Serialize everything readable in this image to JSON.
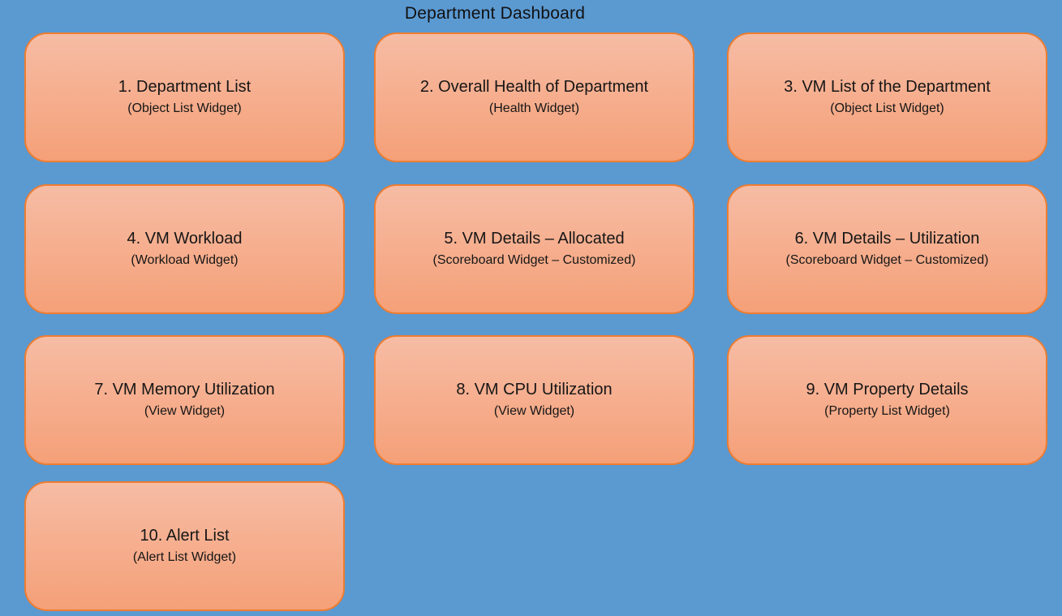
{
  "page": {
    "title": "Department Dashboard"
  },
  "colors": {
    "background": "#5B99D1",
    "box_gradient_top": "#F6BCA4",
    "box_gradient_bottom": "#F5A078",
    "box_border": "#ED7D31",
    "text": "#161616"
  },
  "widgets": [
    {
      "title": "1. Department List",
      "subtitle": "(Object List Widget)"
    },
    {
      "title": "2. Overall Health of Department",
      "subtitle": "(Health Widget)"
    },
    {
      "title": "3. VM List of the Department",
      "subtitle": "(Object List Widget)"
    },
    {
      "title": "4. VM Workload",
      "subtitle": "(Workload Widget)"
    },
    {
      "title": "5. VM Details – Allocated",
      "subtitle": "(Scoreboard Widget – Customized)"
    },
    {
      "title": "6. VM Details – Utilization",
      "subtitle": "(Scoreboard Widget – Customized)"
    },
    {
      "title": "7. VM Memory Utilization",
      "subtitle": "(View Widget)"
    },
    {
      "title": "8. VM CPU Utilization",
      "subtitle": "(View Widget)"
    },
    {
      "title": "9. VM Property Details",
      "subtitle": "(Property List Widget)"
    },
    {
      "title": "10. Alert List",
      "subtitle": "(Alert List Widget)"
    }
  ]
}
